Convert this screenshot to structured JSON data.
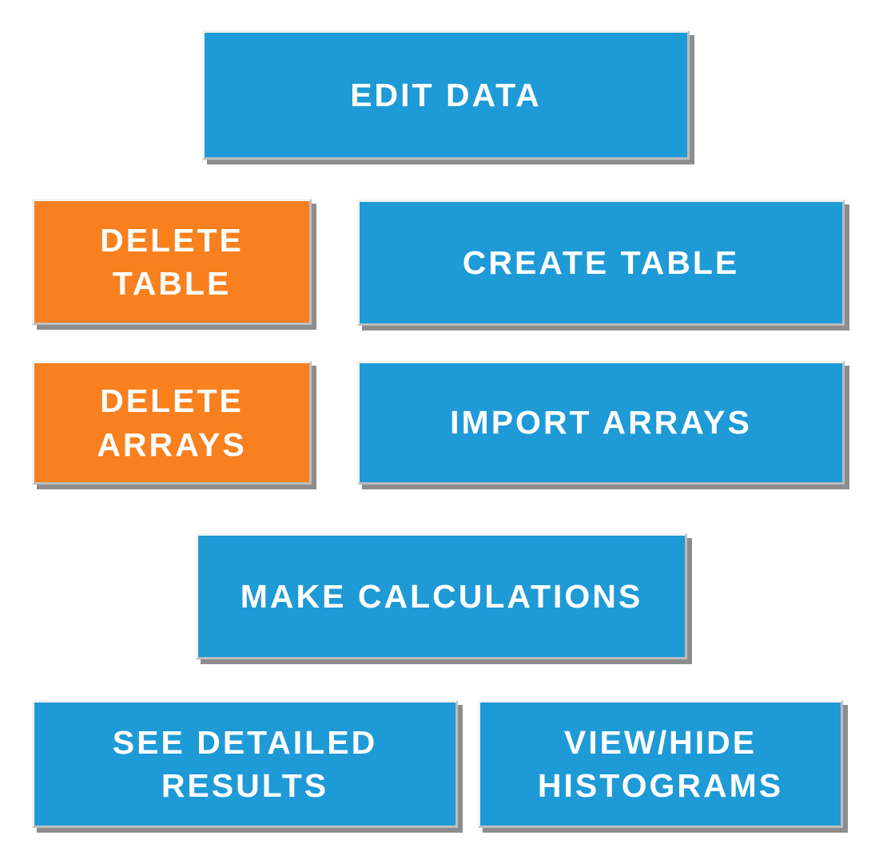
{
  "buttons": [
    {
      "id": "edit-data",
      "label": "EDIT DATA",
      "bg": "#1e9ad6"
    },
    {
      "id": "delete-table",
      "label": "DELETE\nTABLE",
      "bg": "#f9801e"
    },
    {
      "id": "create-table",
      "label": "CREATE TABLE",
      "bg": "#1e9ad6"
    },
    {
      "id": "delete-arrays",
      "label": "DELETE\nARRAYS",
      "bg": "#f9801e"
    },
    {
      "id": "import-arrays",
      "label": "IMPORT ARRAYS",
      "bg": "#1e9ad6"
    },
    {
      "id": "make-calculations",
      "label": "MAKE CALCULATIONS",
      "bg": "#1e9ad6"
    },
    {
      "id": "see-detailed-results",
      "label": "SEE DETAILED\nRESULTS",
      "bg": "#1e9ad6"
    },
    {
      "id": "view-hide-histograms",
      "label": "VIEW/HIDE\nHISTOGRAMS",
      "bg": "#1e9ad6"
    }
  ],
  "colors": {
    "primary_blue": "#1e9ad6",
    "accent_orange": "#f9801e",
    "label_text": "#ffffff",
    "shadow_gray": "#8d8d8d",
    "border_light": "#f2f2f2",
    "border_dark": "#bdbdbd",
    "background": "#ffffff"
  }
}
